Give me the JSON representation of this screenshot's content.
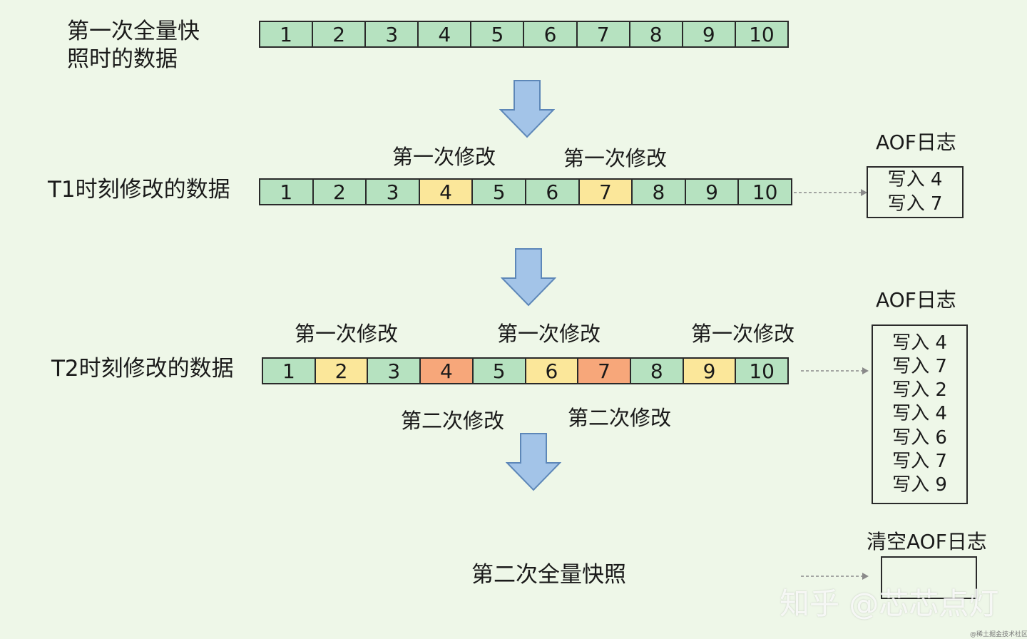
{
  "colors": {
    "background": "#eef7e8",
    "unchanged": "#b6e2c0",
    "first_modify": "#fbe79a",
    "second_modify": "#f7a77a",
    "arrow_fill": "#a3c4e8",
    "arrow_stroke": "#5d87b8"
  },
  "snapshot1": {
    "label": "第一次全量快照时的数据",
    "cells": [
      {
        "value": "1",
        "state": "unchanged"
      },
      {
        "value": "2",
        "state": "unchanged"
      },
      {
        "value": "3",
        "state": "unchanged"
      },
      {
        "value": "4",
        "state": "unchanged"
      },
      {
        "value": "5",
        "state": "unchanged"
      },
      {
        "value": "6",
        "state": "unchanged"
      },
      {
        "value": "7",
        "state": "unchanged"
      },
      {
        "value": "8",
        "state": "unchanged"
      },
      {
        "value": "9",
        "state": "unchanged"
      },
      {
        "value": "10",
        "state": "unchanged"
      }
    ]
  },
  "t1": {
    "label": "T1时刻修改的数据",
    "annotations": [
      "第一次修改",
      "第一次修改"
    ],
    "cells": [
      {
        "value": "1",
        "state": "unchanged"
      },
      {
        "value": "2",
        "state": "unchanged"
      },
      {
        "value": "3",
        "state": "unchanged"
      },
      {
        "value": "4",
        "state": "first_modify"
      },
      {
        "value": "5",
        "state": "unchanged"
      },
      {
        "value": "6",
        "state": "unchanged"
      },
      {
        "value": "7",
        "state": "first_modify"
      },
      {
        "value": "8",
        "state": "unchanged"
      },
      {
        "value": "9",
        "state": "unchanged"
      },
      {
        "value": "10",
        "state": "unchanged"
      }
    ],
    "log": {
      "title": "AOF日志",
      "entries": [
        "写入 4",
        "写入 7"
      ]
    }
  },
  "t2": {
    "label": "T2时刻修改的数据",
    "annotations_top": [
      "第一次修改",
      "第一次修改",
      "第一次修改"
    ],
    "annotations_bottom": [
      "第二次修改",
      "第二次修改"
    ],
    "cells": [
      {
        "value": "1",
        "state": "unchanged"
      },
      {
        "value": "2",
        "state": "first_modify"
      },
      {
        "value": "3",
        "state": "unchanged"
      },
      {
        "value": "4",
        "state": "second_modify"
      },
      {
        "value": "5",
        "state": "unchanged"
      },
      {
        "value": "6",
        "state": "first_modify"
      },
      {
        "value": "7",
        "state": "second_modify"
      },
      {
        "value": "8",
        "state": "unchanged"
      },
      {
        "value": "9",
        "state": "first_modify"
      },
      {
        "value": "10",
        "state": "unchanged"
      }
    ],
    "log": {
      "title": "AOF日志",
      "entries": [
        "写入 4",
        "写入 7",
        "写入 2",
        "写入 4",
        "写入 6",
        "写入 7",
        "写入 9"
      ]
    }
  },
  "snapshot2": {
    "label": "第二次全量快照",
    "log_title": "清空AOF日志"
  },
  "watermark": {
    "main": "知乎 @芯芯点灯",
    "small": "@稀土掘金技术社区"
  }
}
